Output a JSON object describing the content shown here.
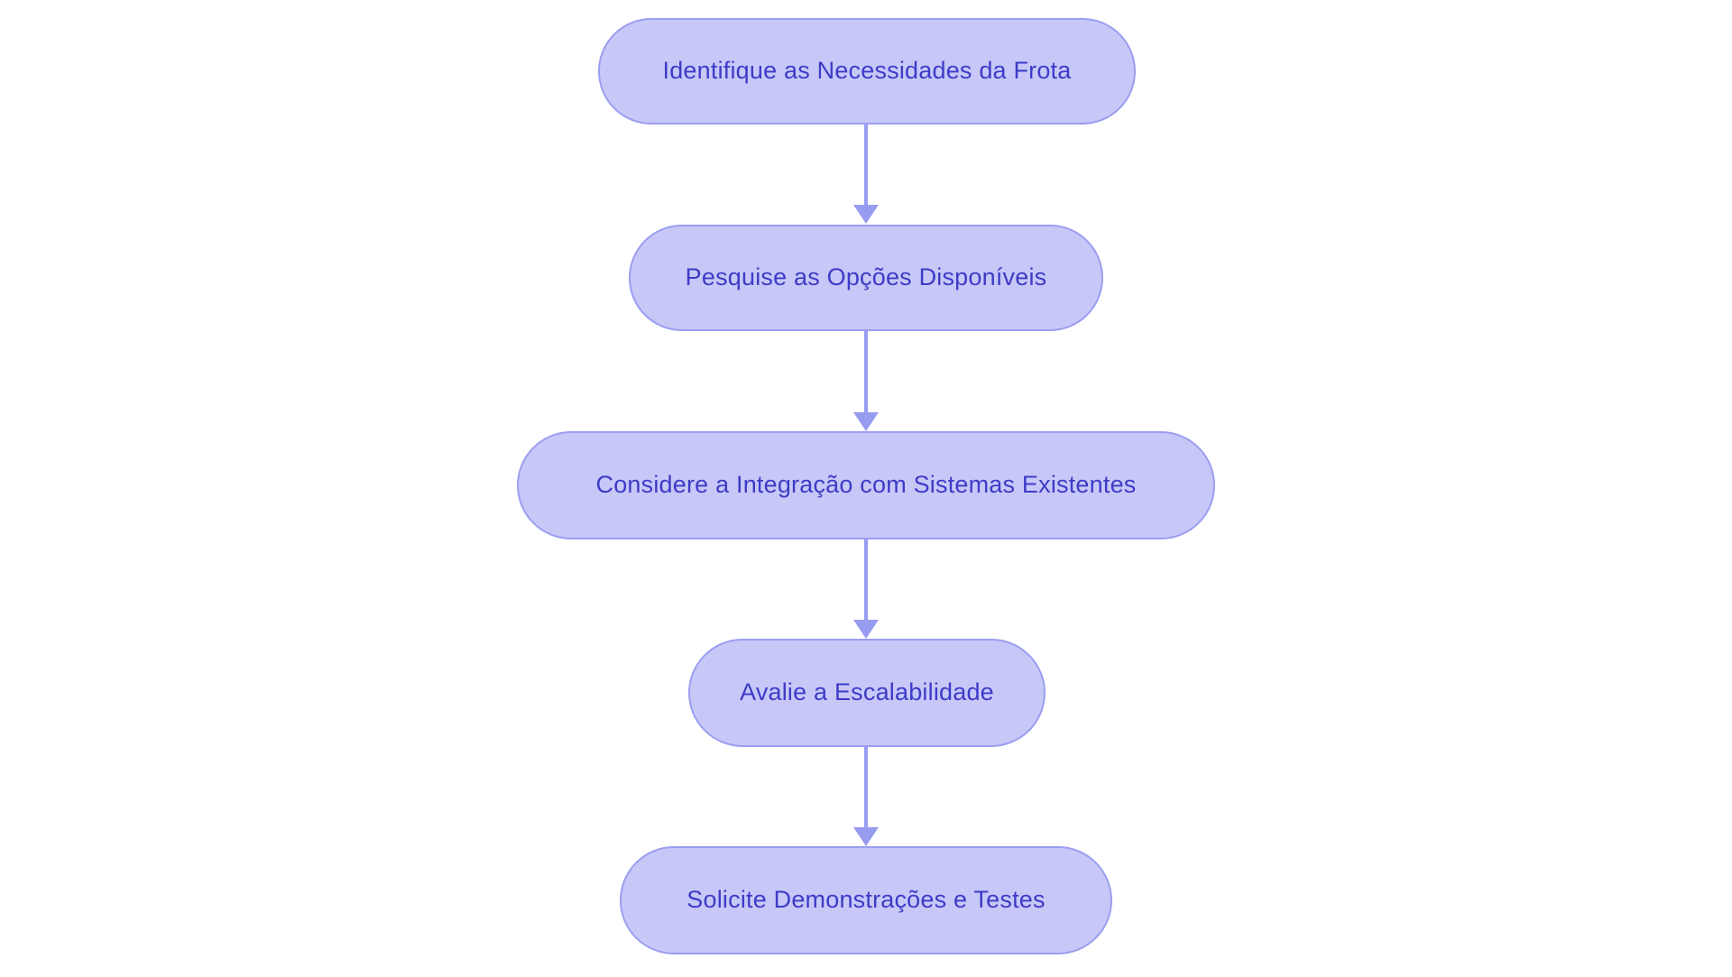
{
  "diagram": {
    "type": "flowchart",
    "direction": "top-down",
    "nodes": [
      {
        "id": "step-1",
        "label": "Identifique as Necessidades da Frota"
      },
      {
        "id": "step-2",
        "label": "Pesquise as Opções Disponíveis"
      },
      {
        "id": "step-3",
        "label": "Considere a Integração com Sistemas Existentes"
      },
      {
        "id": "step-4",
        "label": "Avalie a Escalabilidade"
      },
      {
        "id": "step-5",
        "label": "Solicite Demonstrações e Testes"
      }
    ],
    "edges": [
      {
        "from": "step-1",
        "to": "step-2"
      },
      {
        "from": "step-2",
        "to": "step-3"
      },
      {
        "from": "step-3",
        "to": "step-4"
      },
      {
        "from": "step-4",
        "to": "step-5"
      }
    ]
  },
  "theme": {
    "background": "#ffffff",
    "node-fill": "#c7c8f8",
    "node-border": "#9b9ef0",
    "text-color": "#3e3bc7",
    "arrow-color": "#989cf0"
  }
}
